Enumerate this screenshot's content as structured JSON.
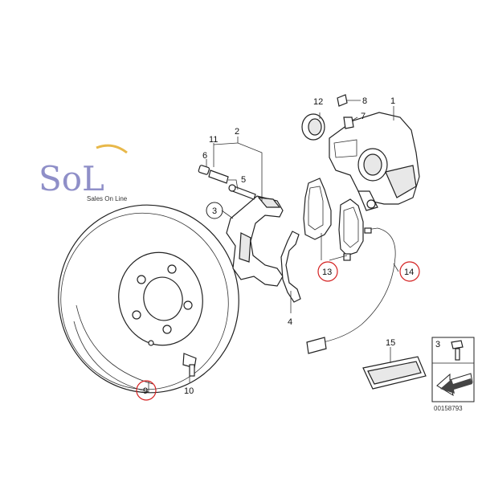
{
  "logo": {
    "text": "SoL",
    "tagline": "Sales On Line",
    "color": "#8f8fc8",
    "accent": "#e8b84a"
  },
  "callouts": [
    {
      "id": "1",
      "label": "1",
      "highlight": false
    },
    {
      "id": "2",
      "label": "2",
      "highlight": false
    },
    {
      "id": "3",
      "label": "3",
      "highlight": false,
      "circled": true
    },
    {
      "id": "4",
      "label": "4",
      "highlight": false
    },
    {
      "id": "5",
      "label": "5",
      "highlight": false
    },
    {
      "id": "6",
      "label": "6",
      "highlight": false
    },
    {
      "id": "7",
      "label": "7",
      "highlight": false
    },
    {
      "id": "8",
      "label": "8",
      "highlight": false
    },
    {
      "id": "9",
      "label": "9",
      "highlight": true
    },
    {
      "id": "10",
      "label": "10",
      "highlight": false
    },
    {
      "id": "11",
      "label": "11",
      "highlight": false
    },
    {
      "id": "12",
      "label": "12",
      "highlight": false
    },
    {
      "id": "13",
      "label": "13",
      "highlight": true
    },
    {
      "id": "14",
      "label": "14",
      "highlight": true
    },
    {
      "id": "15",
      "label": "15",
      "highlight": false
    }
  ],
  "legend_box": {
    "label": "3",
    "arrow": "arrow-icon"
  },
  "diagram_code": "00158793",
  "highlight_color": "#d42020"
}
